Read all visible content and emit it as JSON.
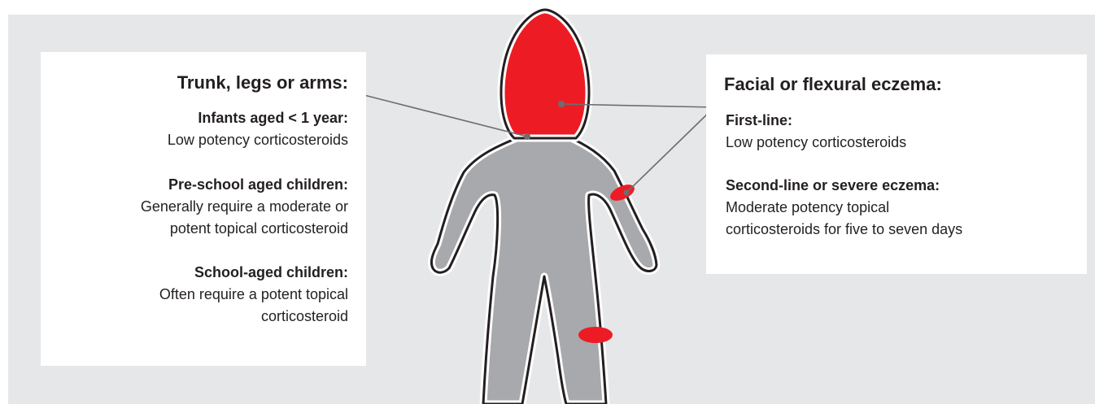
{
  "left_panel": {
    "title": "Trunk, legs or arms:",
    "groups": [
      {
        "heading": "Infants aged < 1 year:",
        "lines": [
          "Low potency corticosteroids"
        ]
      },
      {
        "heading": "Pre-school aged children:",
        "lines": [
          "Generally require a moderate or",
          "potent topical corticosteroid"
        ]
      },
      {
        "heading": "School-aged children:",
        "lines": [
          "Often require a potent topical",
          "corticosteroid"
        ]
      }
    ]
  },
  "right_panel": {
    "title": "Facial or flexural eczema:",
    "groups": [
      {
        "heading": "First-line:",
        "lines": [
          "Low potency corticosteroids"
        ]
      },
      {
        "heading": "Second-line or severe eczema:",
        "lines": [
          "Moderate potency topical",
          "corticosteroids for five to seven days"
        ]
      }
    ]
  },
  "colors": {
    "background": "#e6e7e8",
    "panel": "#ffffff",
    "body_fill": "#a7a9ac",
    "body_outline": "#231f20",
    "affected_area": "#ed1c24",
    "leader_line": "#6d6e71",
    "text": "#231f20"
  },
  "icons": {
    "figure": "child-silhouette-icon",
    "head": "affected-head-area",
    "elbow": "affected-elbow-area",
    "knee": "affected-knee-area"
  }
}
